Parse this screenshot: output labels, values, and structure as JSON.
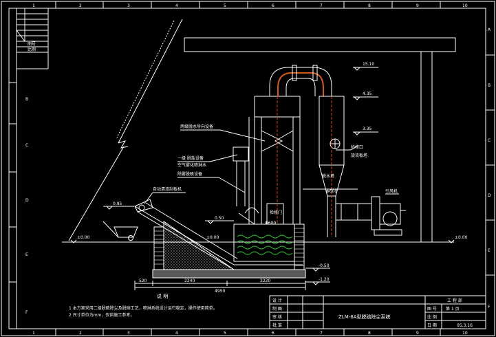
{
  "grid": {
    "columns": [
      "1",
      "2",
      "3",
      "4",
      "5",
      "6",
      "7",
      "8",
      "9",
      "10"
    ],
    "rows_left": [
      "B",
      "C",
      "D",
      "E",
      "F"
    ],
    "rows_right": [
      "A",
      "B",
      "C",
      "D",
      "E",
      "F"
    ]
  },
  "labels": {
    "pipe_label_1": "两级脱水导向设备",
    "pipe_label_2": "一级 脱盐设备",
    "pipe_label_3": "空气雾化喷淋水",
    "pipe_label_4": "除雾脱硫设备",
    "pipe_label_5": "自动清渣刮板机",
    "tower_label": "脱水塔",
    "inspect_label_1": "检修口",
    "inspect_label_2": "旋流板塔",
    "fan_label": "引风机",
    "door_label": "检修门"
  },
  "dimensions": {
    "elev_1": "15.10",
    "elev_2": "4.35",
    "elev_3": "3.35",
    "elev_4": "0.95",
    "elev_5": "0.50",
    "elev_6": "±0.00",
    "elev_7": "±0.00",
    "elev_8": "±0.00",
    "elev_9": "-0.50",
    "elev_10": "-1.20",
    "len_1": "520",
    "len_2": "2240",
    "len_3": "2220",
    "len_4": "4950",
    "len_5": "Φ600",
    "len_6": "Φ600"
  },
  "notes": {
    "title": "说   明",
    "line1": "1  本方案采用二级脱硫除尘及脱硝工艺，喷淋系统设计运行稳定，操作使用简单。",
    "line2": "2  尺寸单位为mm，仅供施工参考。"
  },
  "title_block": {
    "drawing_title": "ZLM-6A型脱硫除尘系统",
    "r_design": "设  计",
    "r_draw": "制  图",
    "r_check": "审  核",
    "r_approve": "批  准",
    "r_company": "工 程 部",
    "r_scale": "比  例",
    "r_date": "日  期",
    "r_date_val": "05.3.16",
    "r_sheet": "图  号",
    "r_sheet_val": "第  1  页"
  },
  "corner_table": {
    "c1": "图号",
    "c2": "比例"
  },
  "colors": {
    "background": "#000000",
    "lines": "#ffffff",
    "pipe": "#cc5a1e",
    "water": "#2ed12e",
    "centerline": "#d83a2a"
  }
}
